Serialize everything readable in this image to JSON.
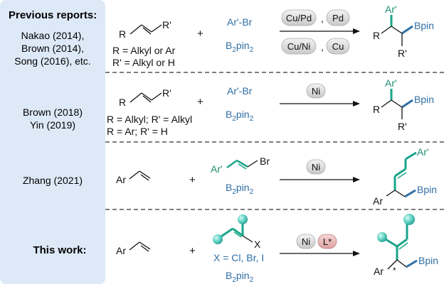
{
  "colors": {
    "panel": "#dde9f7",
    "blue": "#2f6fa5",
    "green": "#1e8c72",
    "teal_bond": "#1aa58a",
    "sphere": "#5fd3c4",
    "pill_grey": "#d9d9d9",
    "pill_pink": "#e8b3b3",
    "divider": "#333333"
  },
  "row1": {
    "header": "Previous reports:",
    "refs": [
      "Nakao (2014),",
      "Brown (2014),",
      "Song (2016), etc."
    ],
    "alkene_R": "R",
    "alkene_R2": "R'",
    "cond1": "R = Alkyl or Ar",
    "cond2": "R' = Alkyl or H",
    "plus": "+",
    "reagent1": "Ar'-Br",
    "reagent2_main": "B",
    "reagent2_sub1": "2",
    "reagent2_mid": "pin",
    "reagent2_sub2": "2",
    "cat_top": [
      "Cu/Pd",
      "Pd"
    ],
    "cat_bottom": [
      "Cu/Ni",
      "Cu"
    ],
    "comma": ",",
    "prod_Ar": "Ar'",
    "prod_R": "R",
    "prod_Bpin": "Bpin",
    "prod_R2": "R'"
  },
  "row2": {
    "refs": [
      "Brown (2018)",
      "Yin (2019)"
    ],
    "alkene_R": "R",
    "alkene_R2": "R'",
    "cond1": "R = Alkyl; R' = Alkyl",
    "cond2": "R = Ar; R' = H",
    "plus": "+",
    "reagent1": "Ar'-Br",
    "reagent2_main": "B",
    "reagent2_sub1": "2",
    "reagent2_mid": "pin",
    "reagent2_sub2": "2",
    "catalyst": "Ni",
    "prod_Ar": "Ar'",
    "prod_R": "R",
    "prod_Bpin": "Bpin",
    "prod_R2": "R'"
  },
  "row3": {
    "ref": "Zhang (2021)",
    "substrate": "Ar",
    "plus": "+",
    "reagent_Ar": "Ar'",
    "reagent_Br": "Br",
    "reagent2_main": "B",
    "reagent2_sub1": "2",
    "reagent2_mid": "pin",
    "reagent2_sub2": "2",
    "catalyst": "Ni",
    "prod_Ar2": "Ar'",
    "prod_Ar": "Ar",
    "prod_Bpin": "Bpin"
  },
  "row4": {
    "label": "This work:",
    "substrate": "Ar",
    "plus": "+",
    "reagent_X": "X",
    "halides": "X = Cl, Br, I",
    "reagent2_main": "B",
    "reagent2_sub1": "2",
    "reagent2_mid": "pin",
    "reagent2_sub2": "2",
    "catalyst": "Ni",
    "ligand": "L*",
    "prod_Ar": "Ar",
    "prod_star": "*",
    "prod_Bpin": "Bpin"
  }
}
